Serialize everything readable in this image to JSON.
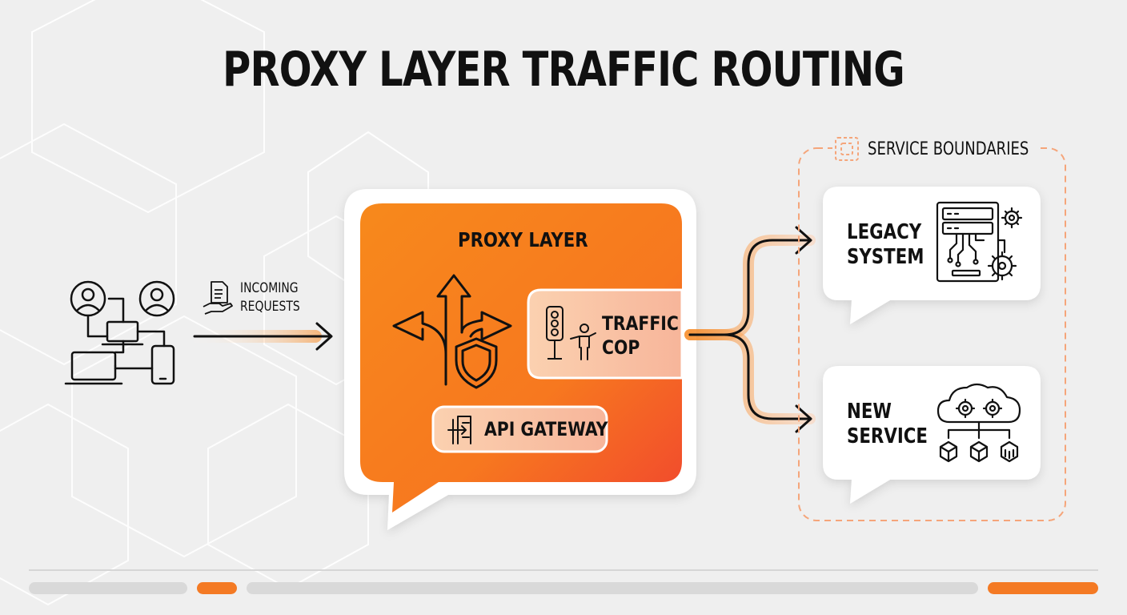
{
  "title": "PROXY LAYER TRAFFIC ROUTING",
  "incoming": {
    "line1": "INCOMING",
    "line2": "REQUESTS"
  },
  "proxy": {
    "title": "PROXY LAYER",
    "traffic_line1": "TRAFFIC",
    "traffic_line2": "COP",
    "gateway": "API GATEWAY"
  },
  "boundary": {
    "label": "SERVICE BOUNDARIES"
  },
  "legacy": {
    "line1": "LEGACY",
    "line2": "SYSTEM"
  },
  "new_service": {
    "line1": "NEW",
    "line2": "SERVICE"
  },
  "colors": {
    "accent_orange": "#f7851b",
    "accent_red": "#f04a2c",
    "background": "#efefef",
    "ink": "#111111"
  },
  "icons": [
    "users-network-icon",
    "document-hand-icon",
    "split-arrows-icon",
    "shield-icon",
    "traffic-light-icon",
    "person-icon",
    "gateway-door-icon",
    "server-gears-icon",
    "cloud-cubes-icon",
    "boundary-box-icon"
  ]
}
